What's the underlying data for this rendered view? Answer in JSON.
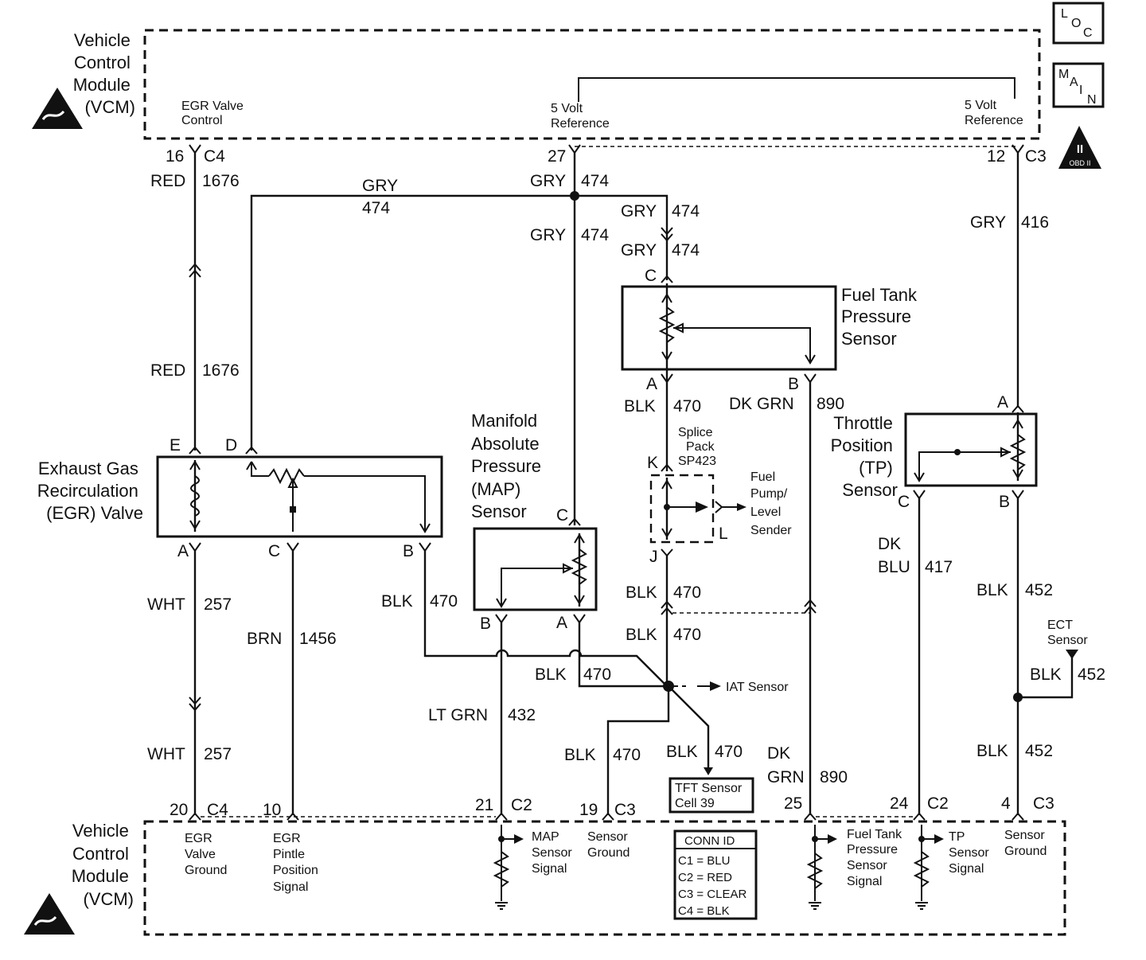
{
  "vcm_top": {
    "title_lines": [
      "Vehicle",
      "Control",
      "Module",
      "(VCM)"
    ],
    "egr_valve_control": [
      "EGR Valve",
      "Control"
    ],
    "ref_5v_left": [
      "5 Volt",
      "Reference"
    ],
    "ref_5v_right": [
      "5 Volt",
      "Reference"
    ]
  },
  "vcm_bottom": {
    "title_lines": [
      "Vehicle",
      "Control",
      "Module",
      "(VCM)"
    ],
    "egr_valve_ground": [
      "EGR",
      "Valve",
      "Ground"
    ],
    "egr_pintle_signal": [
      "EGR",
      "Pintle",
      "Position",
      "Signal"
    ],
    "map_sensor_signal": [
      "MAP",
      "Sensor",
      "Signal"
    ],
    "sensor_ground_1": [
      "Sensor",
      "Ground"
    ],
    "fuel_tank_signal": [
      "Fuel Tank",
      "Pressure",
      "Sensor",
      "Signal"
    ],
    "tp_sensor_signal": [
      "TP",
      "Sensor",
      "Signal"
    ],
    "sensor_ground_2": [
      "Sensor",
      "Ground"
    ]
  },
  "badges": {
    "loc": [
      "L",
      "O",
      "C"
    ],
    "main": [
      "M",
      "A",
      "I",
      "N"
    ],
    "obd": [
      "II",
      "OBD II"
    ]
  },
  "pins": {
    "p16": "16",
    "c4_top": "C4",
    "p27": "27",
    "p12": "12",
    "c3_top": "C3",
    "p20": "20",
    "c4_bot": "C4",
    "p10": "10",
    "p21": "21",
    "c2_a": "C2",
    "p19": "19",
    "c3_a": "C3",
    "p25": "25",
    "p24": "24",
    "c2_b": "C2",
    "p4": "4",
    "c3_b": "C3"
  },
  "wires": {
    "red_1676_top": [
      "RED",
      "1676"
    ],
    "red_1676_mid": [
      "RED",
      "1676"
    ],
    "gry_474_left": [
      "GRY",
      "474"
    ],
    "gry_474_a": [
      "GRY",
      "474"
    ],
    "gry_474_b": [
      "GRY",
      "474"
    ],
    "gry_474_c": [
      "GRY",
      "474"
    ],
    "gry_474_d": [
      "GRY",
      "474"
    ],
    "gry_416": [
      "GRY",
      "416"
    ],
    "blk_470_a": [
      "BLK",
      "470"
    ],
    "dk_grn_890_a": [
      "DK GRN",
      "890"
    ],
    "blk_470_b": [
      "BLK",
      "470"
    ],
    "blk_470_c": [
      "BLK",
      "470"
    ],
    "blk_470_d": [
      "BLK",
      "470"
    ],
    "blk_470_e": [
      "BLK",
      "470"
    ],
    "blk_470_f": [
      "BLK",
      "470"
    ],
    "blk_470_g": [
      "BLK",
      "470"
    ],
    "wht_257_a": [
      "WHT",
      "257"
    ],
    "wht_257_b": [
      "WHT",
      "257"
    ],
    "brn_1456": [
      "BRN",
      "1456"
    ],
    "lt_grn_432": [
      "LT GRN",
      "432"
    ],
    "dk_blu_417": [
      "DK",
      "BLU",
      "417"
    ],
    "blk_452_a": [
      "BLK",
      "452"
    ],
    "blk_452_b": [
      "BLK",
      "452"
    ],
    "blk_452_c": [
      "BLK",
      "452"
    ],
    "dk_grn_890_b": [
      "DK",
      "GRN",
      "890"
    ]
  },
  "components": {
    "egr_valve": [
      "Exhaust Gas",
      "Recirculation",
      "(EGR) Valve"
    ],
    "egr_pins": [
      "E",
      "D",
      "A",
      "C",
      "B"
    ],
    "map_sensor": [
      "Manifold",
      "Absolute",
      "Pressure",
      "(MAP)",
      "Sensor"
    ],
    "map_pins": [
      "C",
      "B",
      "A"
    ],
    "fuel_tank_sensor": [
      "Fuel Tank",
      "Pressure",
      "Sensor"
    ],
    "fuel_tank_pins": [
      "C",
      "A",
      "B"
    ],
    "tp_sensor": [
      "Throttle",
      "Position",
      "(TP)",
      "Sensor"
    ],
    "tp_pins": [
      "A",
      "C",
      "B"
    ],
    "splice_pack": [
      "Splice",
      "Pack",
      "SP423"
    ],
    "splice_pins": [
      "K",
      "J",
      "L"
    ],
    "fuel_pump_sender": [
      "Fuel",
      "Pump/",
      "Level",
      "Sender"
    ],
    "iat_sensor": "IAT Sensor",
    "ect_sensor": [
      "ECT",
      "Sensor"
    ],
    "tft_sensor": [
      "TFT Sensor",
      "Cell 39"
    ]
  },
  "conn_id": {
    "title": "CONN ID",
    "rows": [
      "C1 = BLU",
      "C2 = RED",
      "C3 = CLEAR",
      "C4 = BLK"
    ]
  }
}
